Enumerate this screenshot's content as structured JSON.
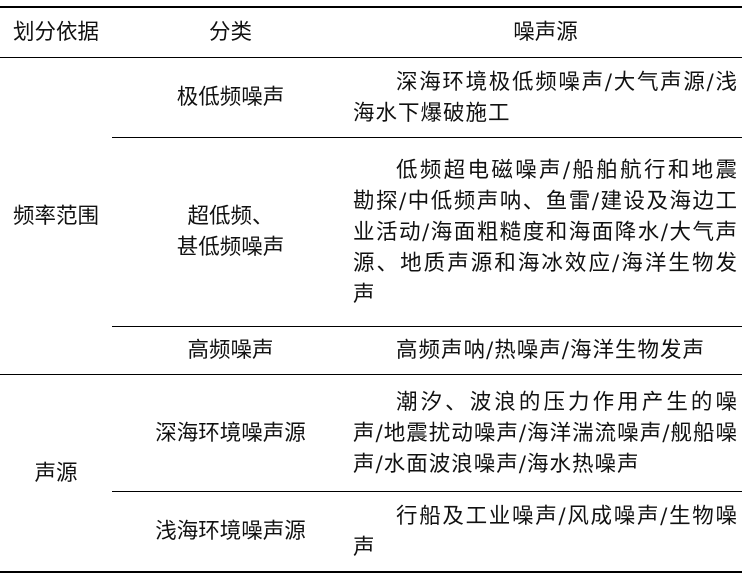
{
  "table": {
    "headers": {
      "basis": "划分依据",
      "category": "分类",
      "source": "噪声源"
    },
    "groups": [
      {
        "basis": "频率范围",
        "rows": [
          {
            "category": "极低频噪声",
            "source": "深海环境极低频噪声/大气声源/浅海水下爆破施工"
          },
          {
            "category_line1": "超低频、",
            "category_line2": "甚低频噪声",
            "source": "低频超电磁噪声/船舶航行和地震勘探/中低频声呐、鱼雷/建设及海边工业活动/海面粗糙度和海面降水/大气声源、地质声源和海冰效应/海洋生物发声"
          },
          {
            "category": "高频噪声",
            "source": "高频声呐/热噪声/海洋生物发声"
          }
        ]
      },
      {
        "basis": "声源",
        "rows": [
          {
            "category": "深海环境噪声源",
            "source": "潮汐、波浪的压力作用产生的噪声/地震扰动噪声/海洋湍流噪声/舰船噪声/水面波浪噪声/海水热噪声"
          },
          {
            "category": "浅海环境噪声源",
            "source": "行船及工业噪声/风成噪声/生物噪声"
          }
        ]
      }
    ]
  }
}
